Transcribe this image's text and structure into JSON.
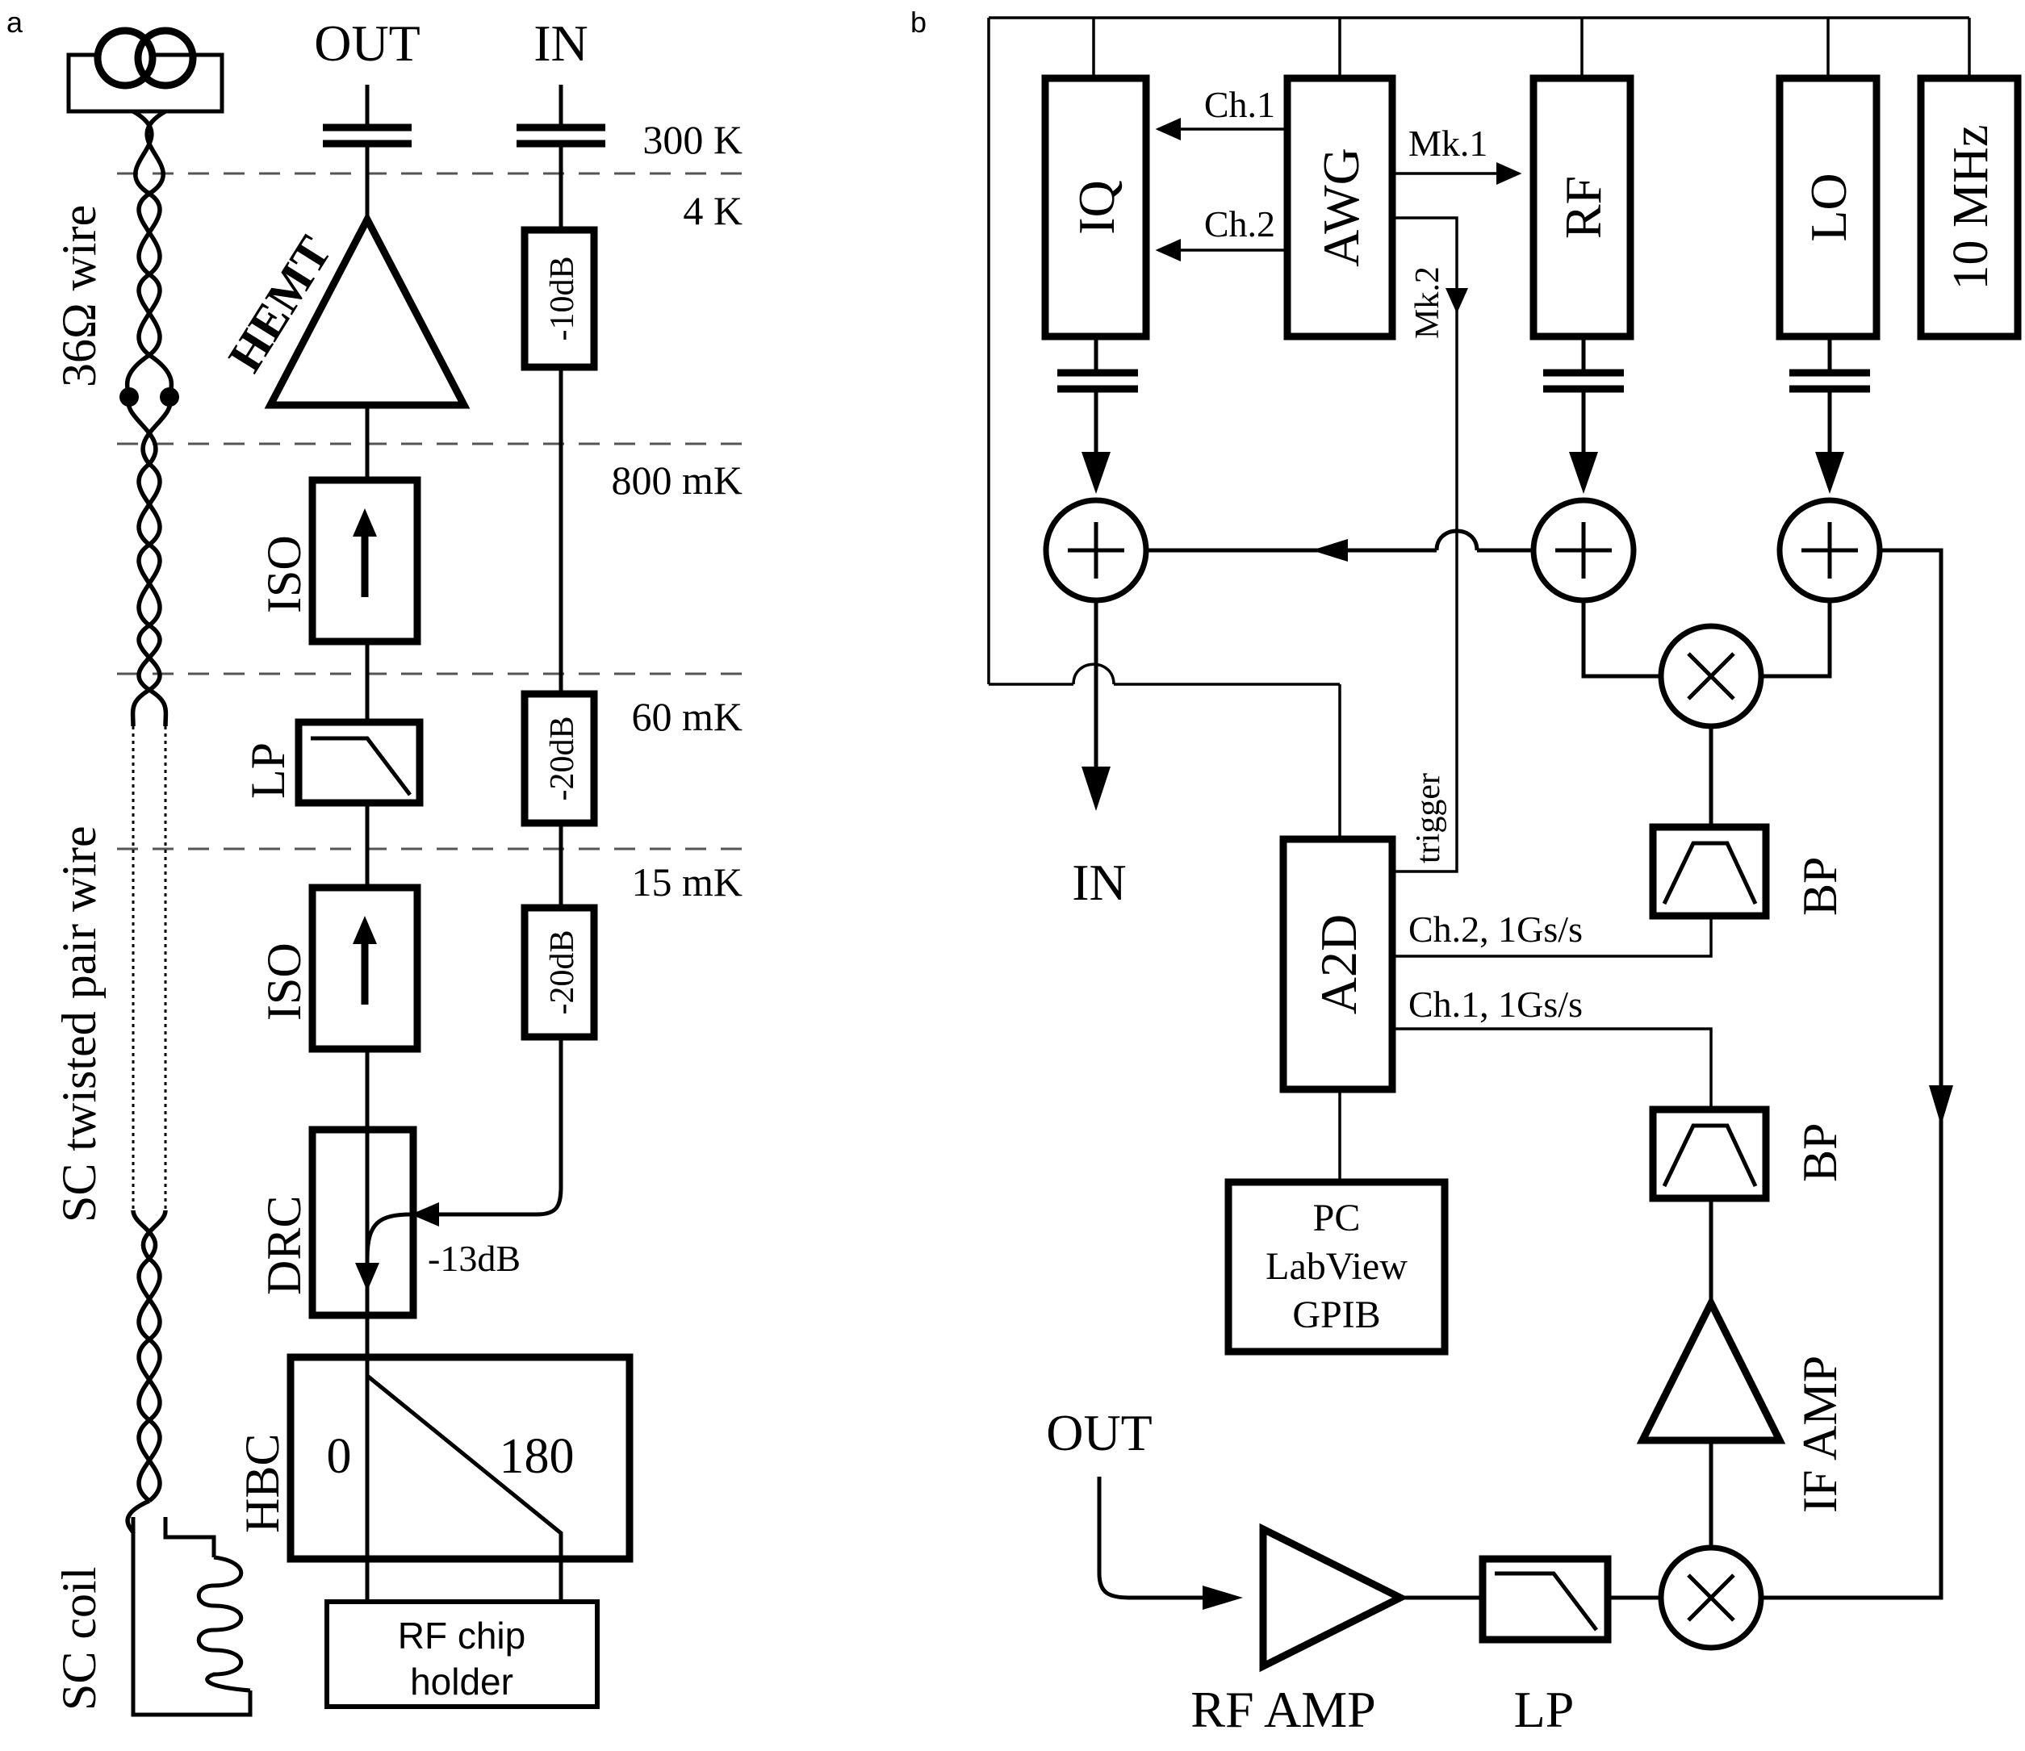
{
  "panel_a": {
    "panel_label": "a",
    "out_label": "OUT",
    "in_label": "IN",
    "temperatures": [
      "300 K",
      "4 K",
      "800 mK",
      "60 mK",
      "15 mK"
    ],
    "hemt_label": "HEMT",
    "iso_label_1": "ISO",
    "lp_label": "LP",
    "iso_label_2": "ISO",
    "drc_label": "DRC",
    "hbc_label": "HBC",
    "hbc_port_0": "0",
    "hbc_port_180": "180",
    "att_1": "-10dB",
    "att_2": "-20dB",
    "att_3": "-20dB",
    "coupler_value": "-13dB",
    "chip_holder_line1": "RF chip",
    "chip_holder_line2": "holder",
    "wire_36": "36Ω wire",
    "wire_sc": "SC twisted pair wire",
    "coil": "SC coil"
  },
  "panel_b": {
    "panel_label": "b",
    "iq": "IQ",
    "awg": "AWG",
    "rf": "RF",
    "lo": "LO",
    "ref": "10 MHz",
    "ch1": "Ch.1",
    "ch2": "Ch.2",
    "mk1": "Mk.1",
    "mk2": "Mk.2",
    "trigger": "trigger",
    "a2d": "A2D",
    "a2d_ch2": "Ch.2, 1Gs/s",
    "a2d_ch1": "Ch.1, 1Gs/s",
    "bp_1": "BP",
    "bp_2": "BP",
    "pc_line1": "PC",
    "pc_line2": "LabView",
    "pc_line3": "GPIB",
    "in_label": "IN",
    "out_label": "OUT",
    "if_amp": "IF AMP",
    "rf_amp": "RF AMP",
    "lp": "LP"
  }
}
